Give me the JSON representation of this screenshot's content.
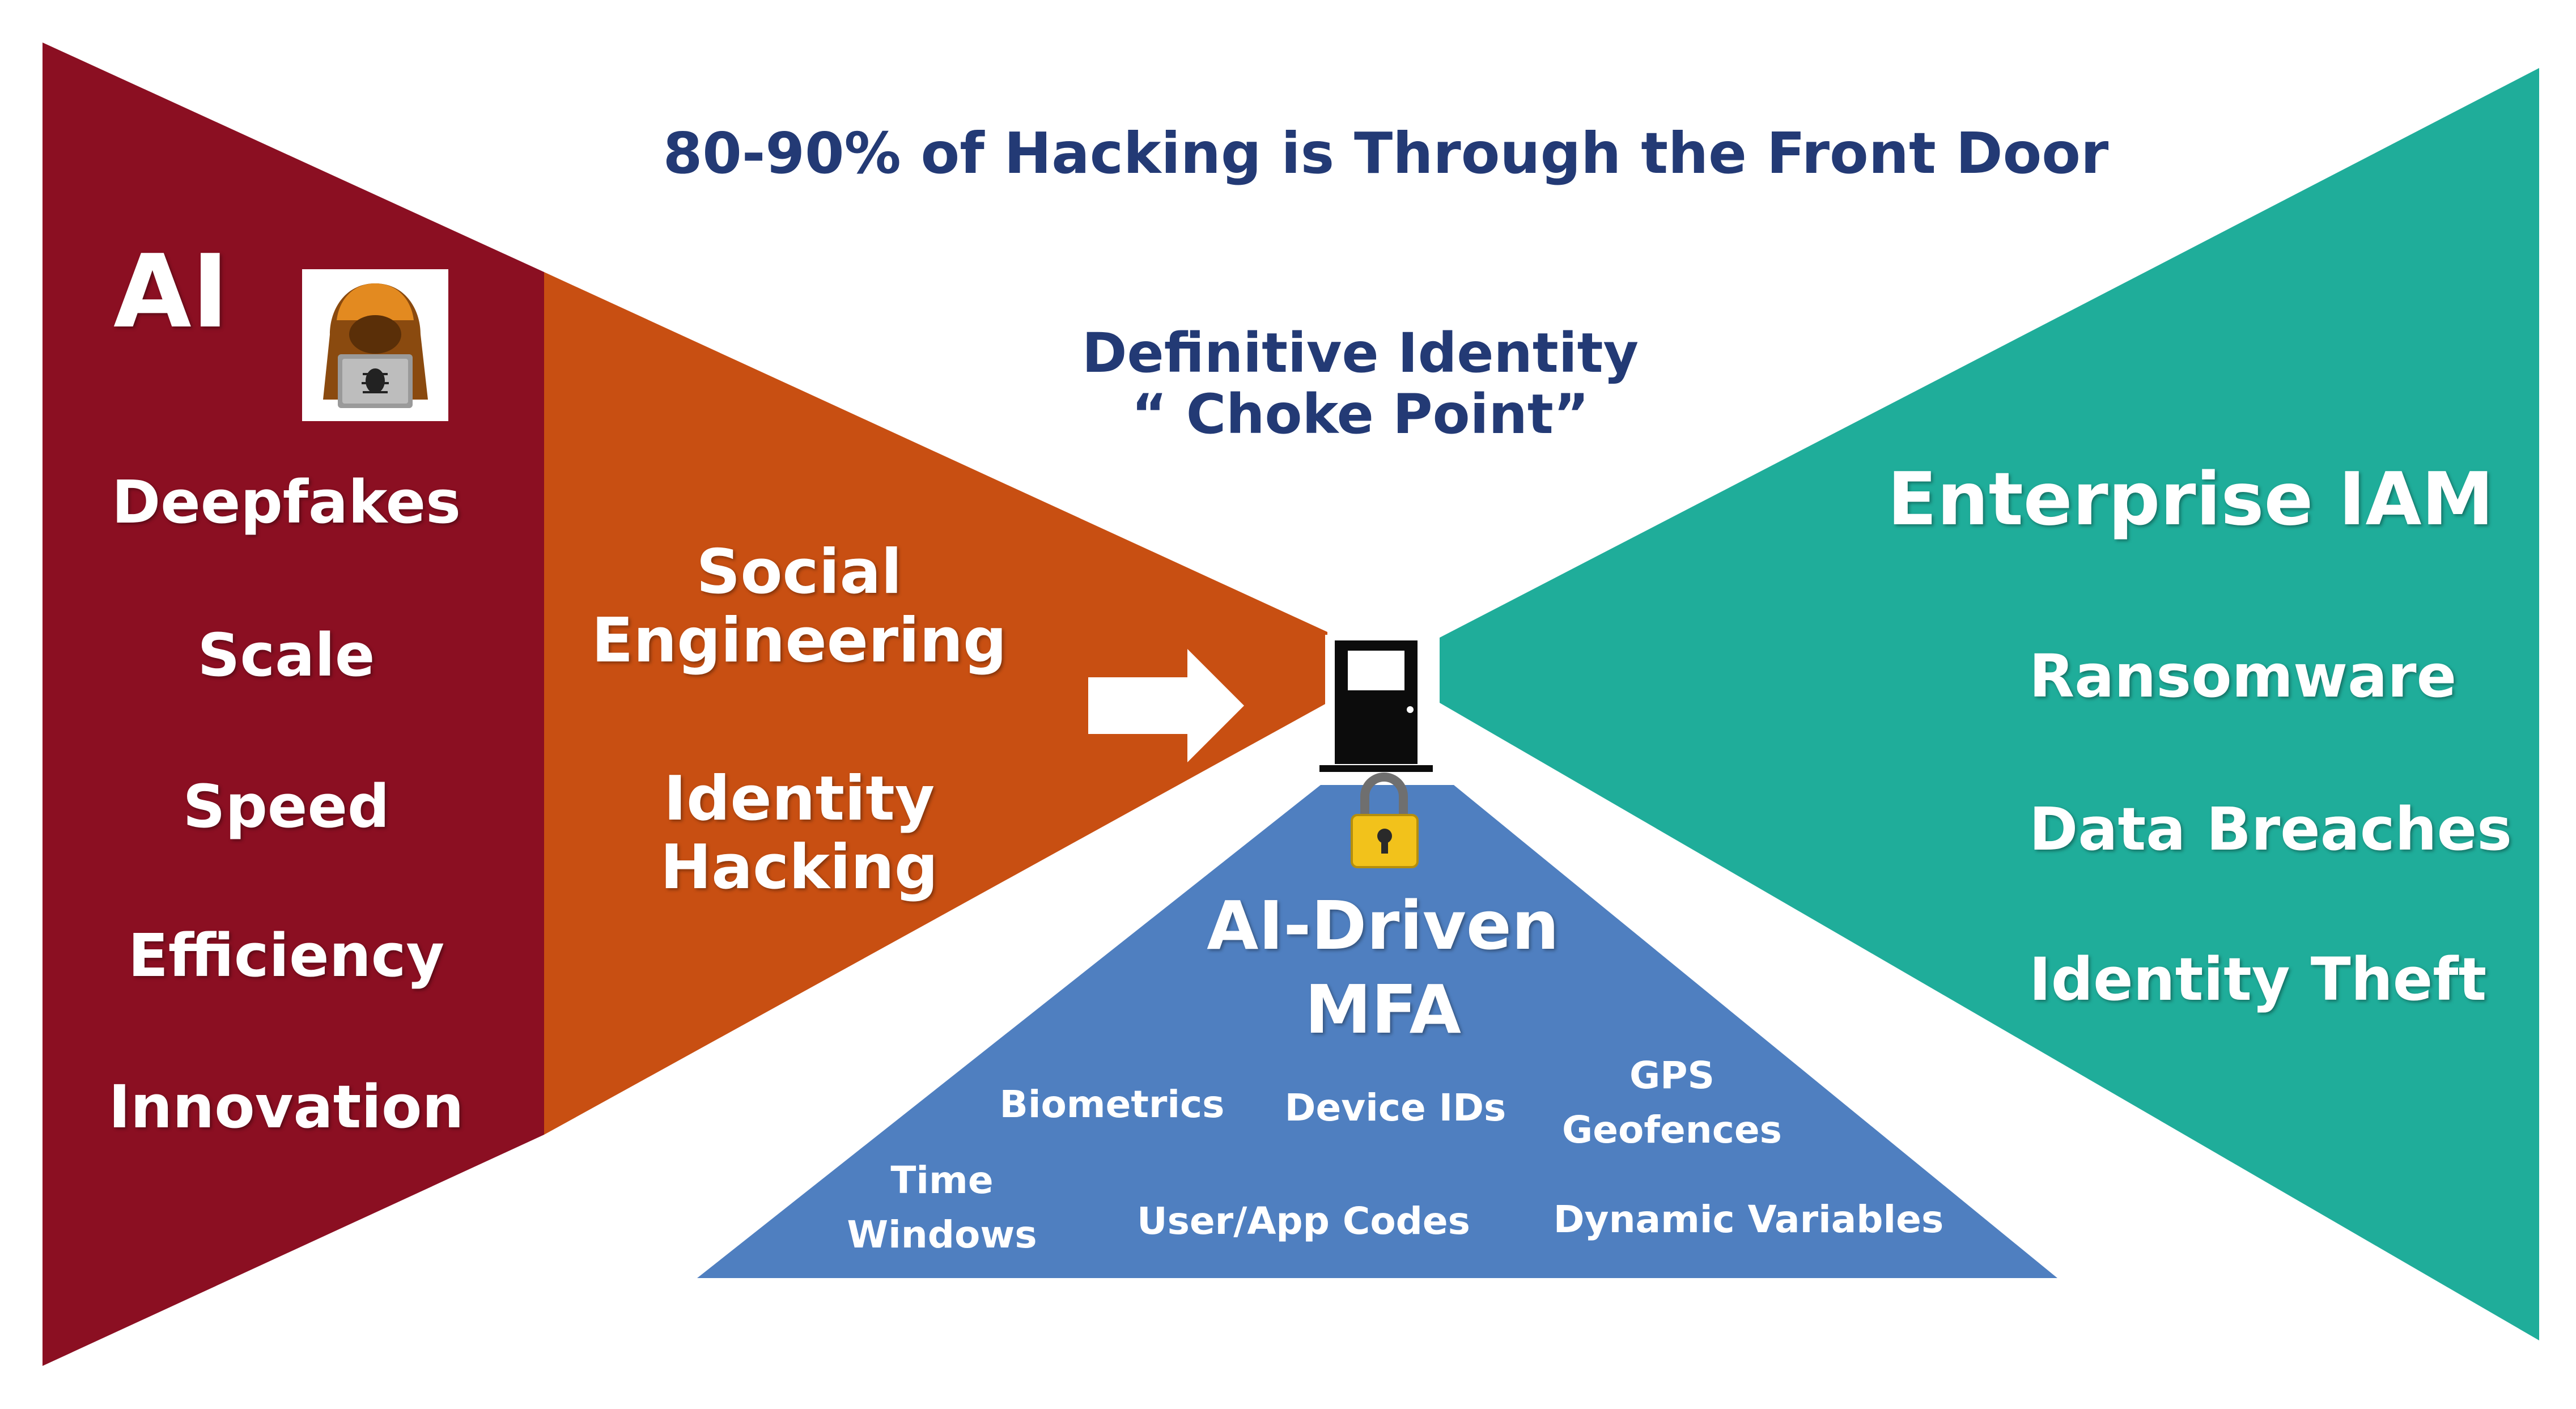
{
  "headline": "80-90% of Hacking is Through the Front Door",
  "choke_point": {
    "line1": "Definitive Identity",
    "line2": "“ Choke Point”"
  },
  "ai_column": {
    "title": "AI",
    "icon": "hooded-hacker-laptop-icon",
    "items": [
      "Deepfakes",
      "Scale",
      "Speed",
      "Efficiency",
      "Innovation"
    ]
  },
  "attack_column": {
    "item1_line1": "Social",
    "item1_line2": "Engineering",
    "item2_line1": "Identity",
    "item2_line2": "Hacking"
  },
  "mfa_triangle": {
    "title_line1": "AI-Driven",
    "title_line2": "MFA",
    "factors": {
      "biometrics": "Biometrics",
      "device_ids": "Device IDs",
      "gps_line1": "GPS",
      "gps_line2": "Geofences",
      "time_line1": "Time",
      "time_line2": "Windows",
      "user_app_codes": "User/App Codes",
      "dynamic_variables": "Dynamic Variables"
    }
  },
  "enterprise_column": {
    "title": "Enterprise IAM",
    "items": [
      "Ransomware",
      "Data Breaches",
      "Identity Theft"
    ]
  },
  "icons": {
    "door": "door-icon",
    "padlock": "padlock-icon",
    "arrow": "right-arrow-icon"
  },
  "colors": {
    "dark_red": "#8b0f22",
    "orange": "#c84f12",
    "teal": "#1fad9a",
    "blue": "#4f7fc0",
    "navy_text": "#233a75",
    "padlock_gold": "#f2c21b"
  }
}
